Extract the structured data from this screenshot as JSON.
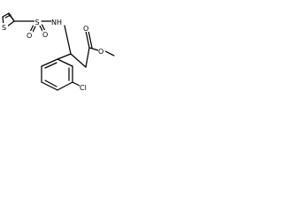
{
  "molecule": {
    "background": "#ffffff",
    "bond_color": "#000000",
    "atom_labels": {
      "sulfur_thiophene": "S",
      "sulfonyl_sulfur": "S",
      "sulfonyl_oxygen_left": "O",
      "sulfonyl_oxygen_right": "O",
      "amine": "NH",
      "ester_oxygen_carbonyl": "O",
      "ester_oxygen_ether": "O",
      "chlorine": "Cl"
    }
  }
}
